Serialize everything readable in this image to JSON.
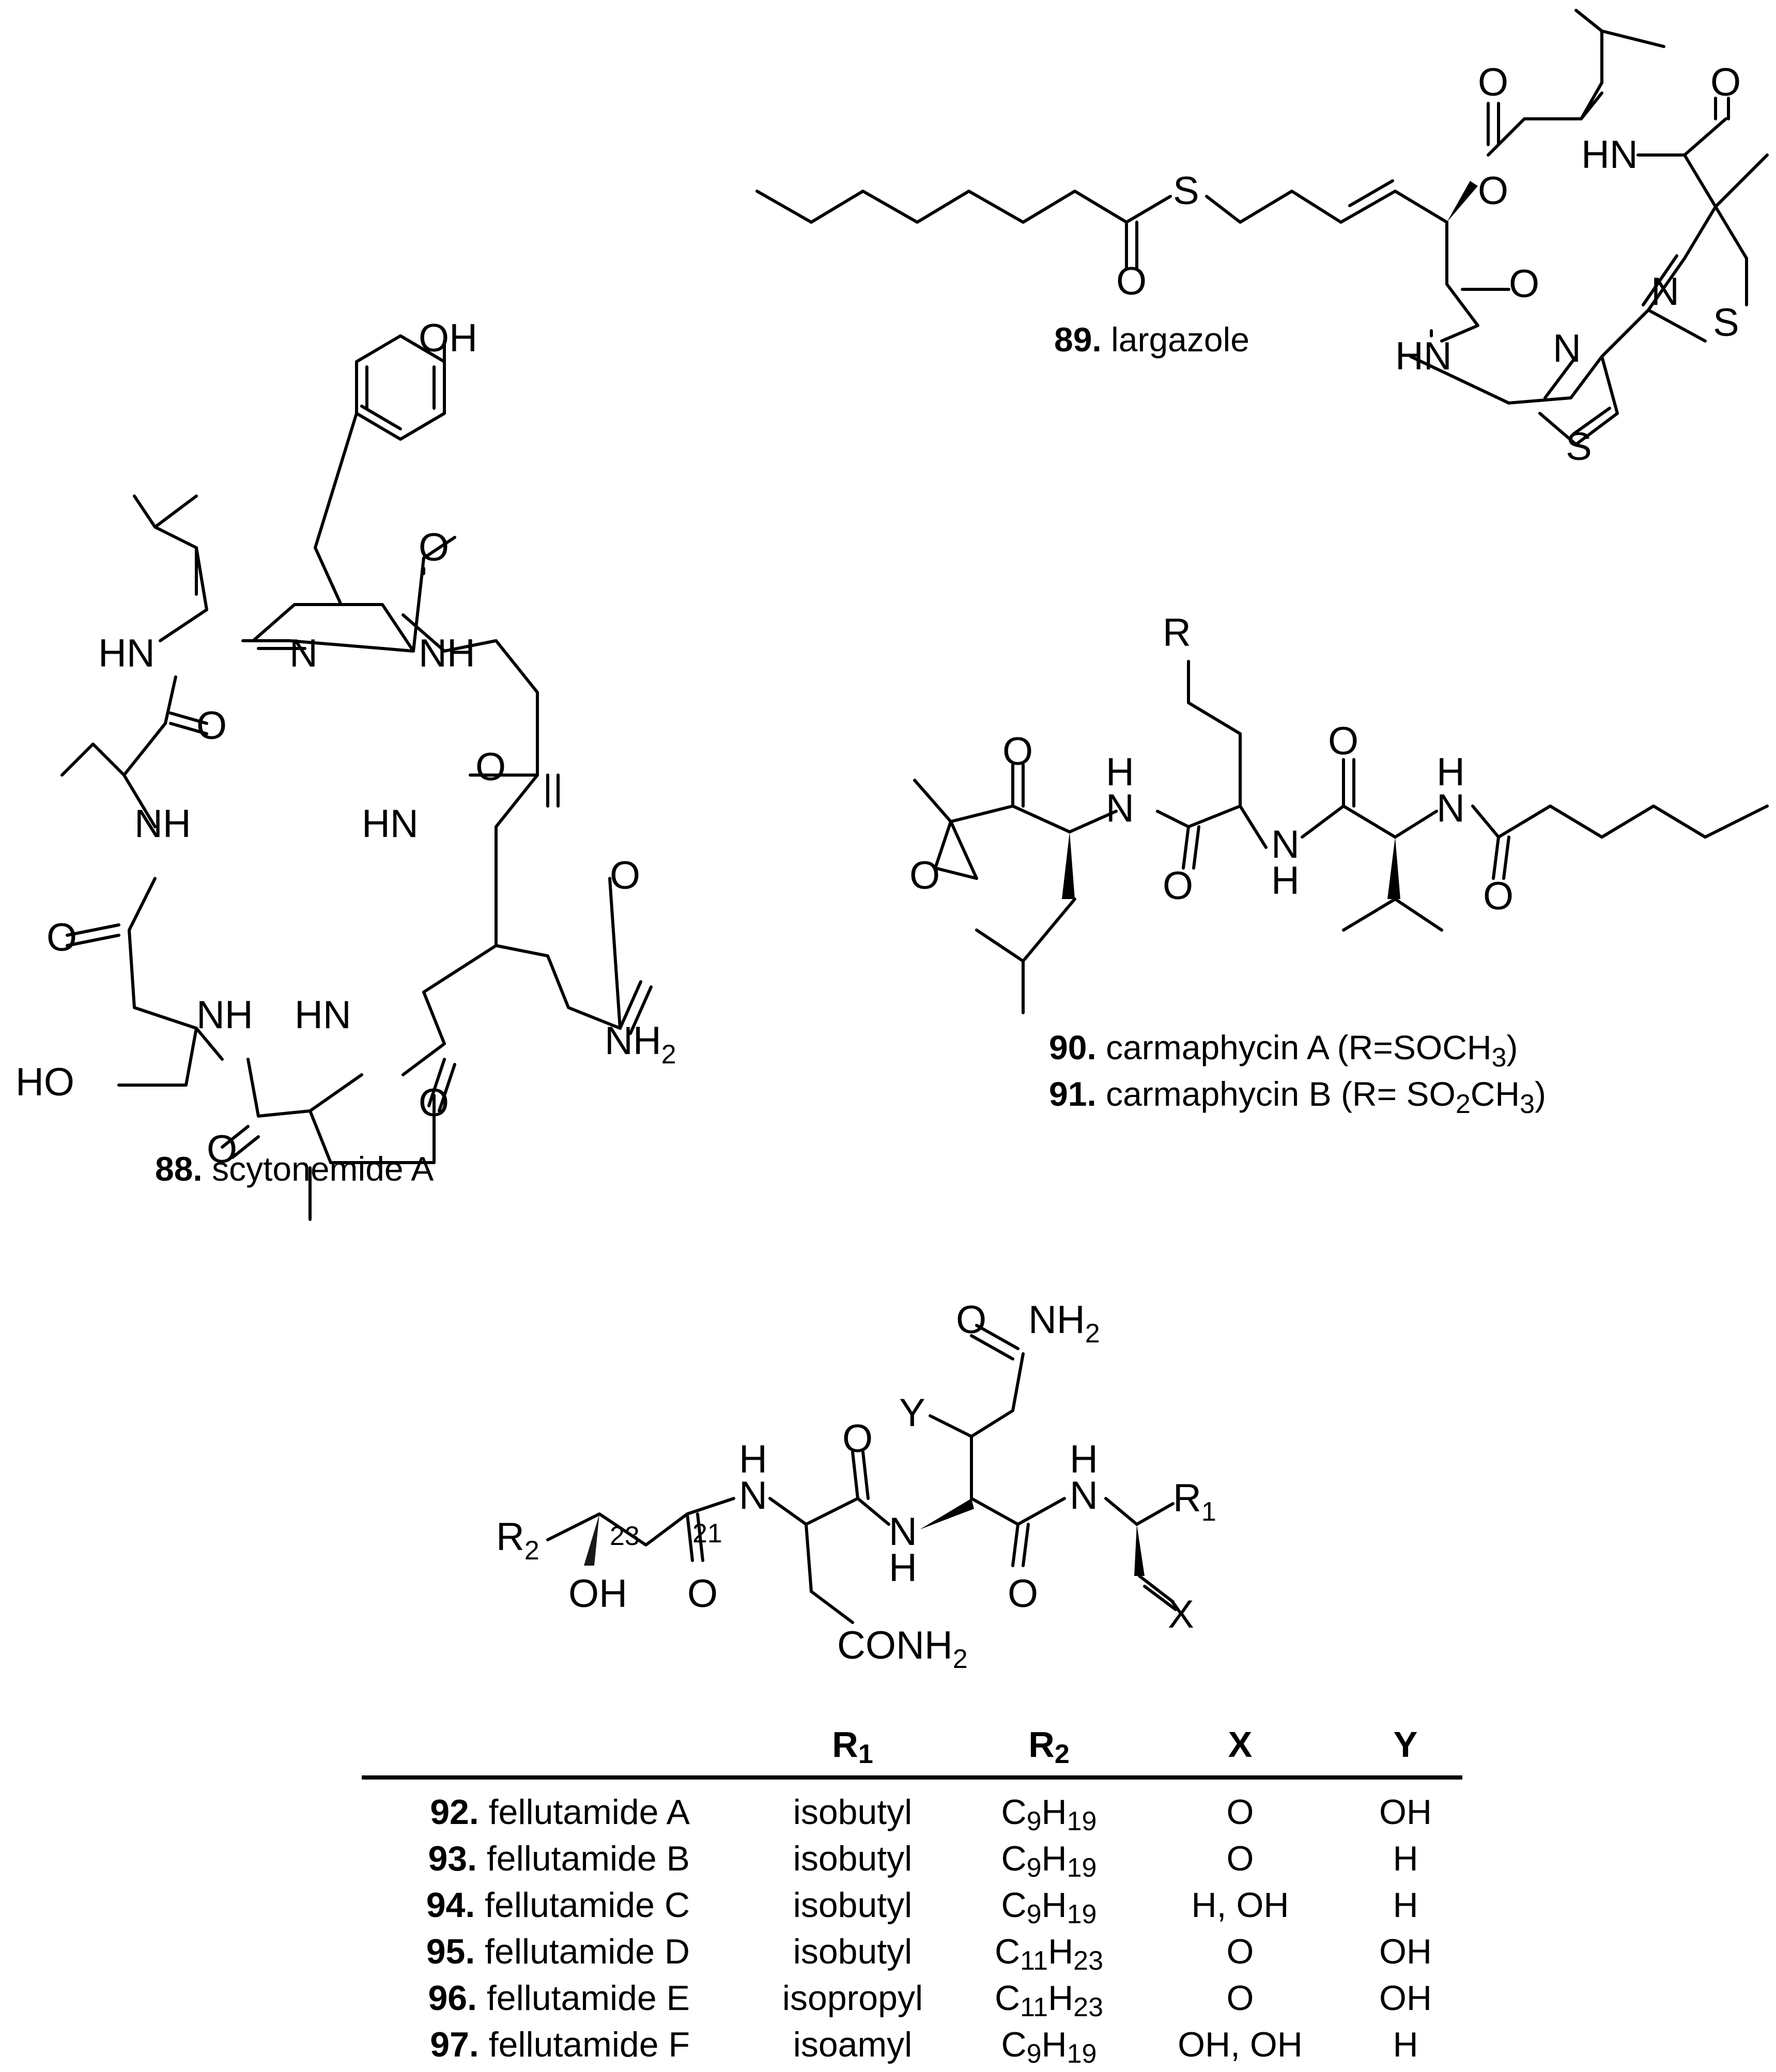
{
  "compounds": {
    "c88": {
      "number": "88.",
      "name": "scytonemide A"
    },
    "c89": {
      "number": "89.",
      "name": "largazole"
    },
    "c90": {
      "number": "90.",
      "name": "carmaphycin A (R=SOCH",
      "sub": "3",
      "close": ")"
    },
    "c91": {
      "number": "91.",
      "name": "carmaphycin B (R= SO",
      "sub1": "2",
      "mid": "CH",
      "sub2": "3",
      "close": ")"
    }
  },
  "atoms": {
    "OH": "OH",
    "O": "O",
    "HN": "HN",
    "NH": "NH",
    "N": "N",
    "S": "S",
    "H": "H",
    "HO": "HO",
    "NH2": "NH",
    "two": "2",
    "R": "R",
    "Y": "Y",
    "X": "X",
    "R1": "R",
    "one": "1",
    "R2": "R",
    "CONH2": "CONH",
    "loc23": "23",
    "loc21": "21"
  },
  "table": {
    "headers": {
      "r1": "R",
      "r1_sub": "1",
      "r2": "R",
      "r2_sub": "2",
      "x": "X",
      "y": "Y"
    },
    "rows": [
      {
        "num": "92.",
        "name": "fellutamide A",
        "r1": "isobutyl",
        "r2a": "C",
        "r2b": "9",
        "r2c": "H",
        "r2d": "19",
        "x": "O",
        "y": "OH"
      },
      {
        "num": "93.",
        "name": "fellutamide B",
        "r1": "isobutyl",
        "r2a": "C",
        "r2b": "9",
        "r2c": "H",
        "r2d": "19",
        "x": "O",
        "y": "H"
      },
      {
        "num": "94.",
        "name": "fellutamide C",
        "r1": "isobutyl",
        "r2a": "C",
        "r2b": "9",
        "r2c": "H",
        "r2d": "19",
        "x": "H, OH",
        "y": "H"
      },
      {
        "num": "95.",
        "name": "fellutamide D",
        "r1": "isobutyl",
        "r2a": "C",
        "r2b": "11",
        "r2c": "H",
        "r2d": "23",
        "x": "O",
        "y": "OH"
      },
      {
        "num": "96.",
        "name": "fellutamide E",
        "r1": "isopropyl",
        "r2a": "C",
        "r2b": "11",
        "r2c": "H",
        "r2d": "23",
        "x": "O",
        "y": "OH"
      },
      {
        "num": "97.",
        "name": "fellutamide F",
        "r1": "isoamyl",
        "r2a": "C",
        "r2b": "9",
        "r2c": "H",
        "r2d": "19",
        "x": "OH, OH",
        "y": "H"
      }
    ]
  }
}
